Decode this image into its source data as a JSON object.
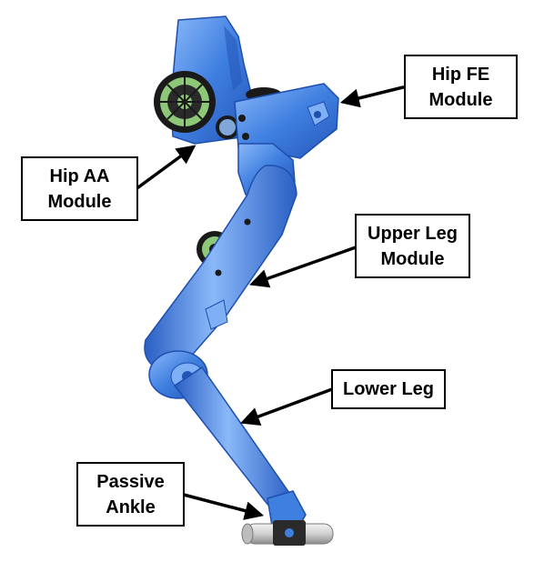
{
  "labels": {
    "hip_fe": {
      "line1": "Hip FE",
      "line2": "Module"
    },
    "hip_aa": {
      "line1": "Hip AA",
      "line2": "Module"
    },
    "upper_leg": {
      "line1": "Upper Leg",
      "line2": "Module"
    },
    "lower_leg": {
      "line1": "Lower Leg"
    },
    "passive_ankle": {
      "line1": "Passive",
      "line2": "Ankle"
    }
  },
  "colors": {
    "body_blue": "#3f7fe0",
    "body_blue_light": "#7fb0f5",
    "body_blue_dark": "#1f4fae",
    "motor_green": "#8cc878",
    "motor_dark": "#1a1a1a",
    "ankle_gray": "#d8d8d8",
    "arrow": "#000000"
  }
}
